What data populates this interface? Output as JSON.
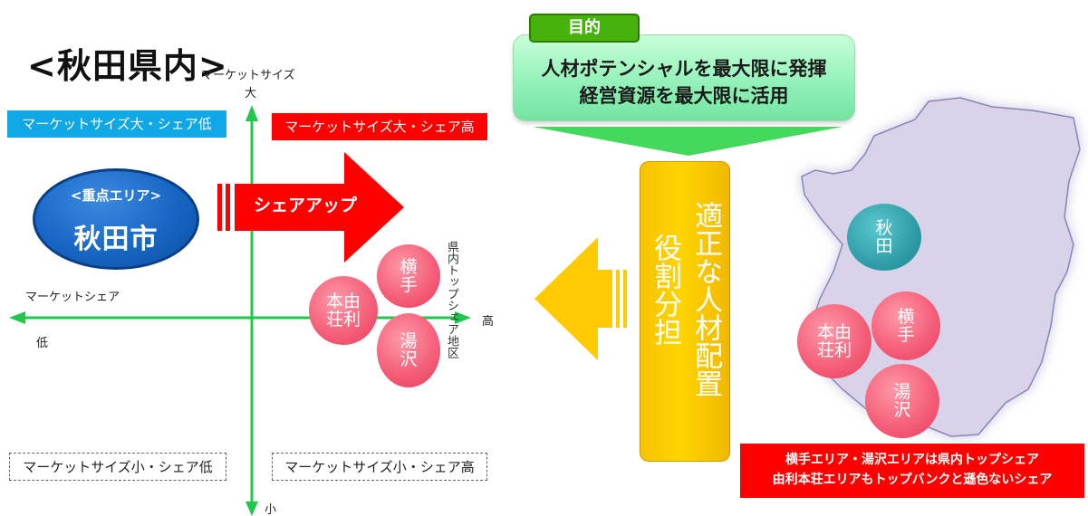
{
  "title": "<秋田県内>",
  "axis": {
    "y_label": "マーケットサイズ",
    "y_top": "大",
    "y_bottom": "小",
    "x_label": "マーケットシェア",
    "x_left": "低",
    "x_right": "高"
  },
  "quadrants": {
    "top_left": "マーケットサイズ大・シェア低",
    "top_right": "マーケットサイズ大・シェア高",
    "bottom_left": "マーケットサイズ小・シェア低",
    "bottom_right": "マーケットサイズ小・シェア高"
  },
  "focus_area": {
    "subtitle": "<重点エリア>",
    "name": "秋田市"
  },
  "share_up_label": "シェアアップ",
  "quadrant_bubbles": {
    "yokote": [
      "横",
      "手"
    ],
    "yurihonjo": [
      "本由",
      "荘利"
    ],
    "yuzawa": [
      "湯",
      "沢"
    ]
  },
  "region_label_vertical": "県内トップシェア地区",
  "goal": {
    "tab": "目的",
    "line1": "人材ポテンシャルを最大限に発揮",
    "line2": "経営資源を最大限に活用"
  },
  "role": {
    "col1": "適正な人材配置",
    "col2": "役割分担"
  },
  "map_bubbles": {
    "akita": [
      "秋",
      "田"
    ],
    "yokote": [
      "横",
      "手"
    ],
    "yurihonjo": [
      "本由",
      "荘利"
    ],
    "yuzawa": [
      "湯",
      "沢"
    ]
  },
  "info": {
    "line1": "横手エリア・湯沢エリアは県内トップシェア",
    "line2": "由利本荘エリアもトップバンクと遜色ないシェア"
  },
  "colors": {
    "axis_green": "#1fc84a",
    "blue_label": "#10a7e6",
    "red": "#ff0000",
    "focus_blue": "#1766c4",
    "goal_green": "#8ff0b6",
    "yellow": "#ffd500",
    "pink": "#f5607a",
    "teal": "#2f9ea8",
    "map_purple": "#d9d3ea"
  }
}
